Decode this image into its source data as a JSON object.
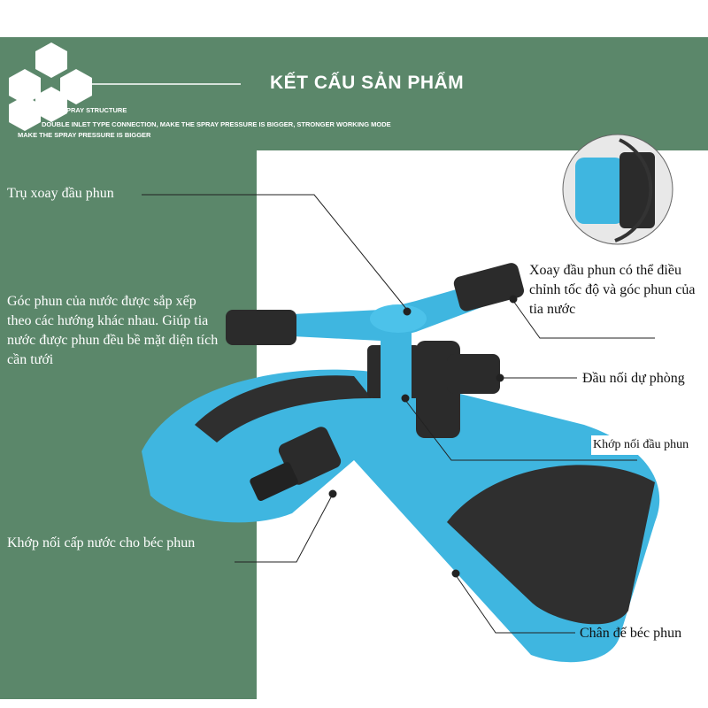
{
  "header": {
    "title": "KẾT CẤU SẢN PHẨM",
    "sub1": "SPRAY STRUCTURE",
    "sub2": "DOUBLE INLET TYPE CONNECTION, MAKE THE SPRAY PRESSURE IS BIGGER, STRONGER WORKING MODE",
    "sub3": "MAKE THE SPRAY PRESSURE IS BIGGER"
  },
  "labels": {
    "tru_xoay": "Trụ xoay đầu phun",
    "goc_phun": "Góc phun của nước được sắp xếp theo các hướng khác nhau. Giúp tia nước được phun đều bề mặt diện tích cần tưới",
    "xoay_dau": "Xoay đầu phun có thể điều chỉnh tốc độ và góc phun của tia nước",
    "dau_noi": "Đầu nối dự phòng",
    "khop_dau": "Khớp nối đầu phun",
    "khop_cap": "Khớp nối cấp nước cho béc phun",
    "chan_de": "Chân đế béc phun"
  },
  "colors": {
    "green": "#5b876a",
    "blue": "#3fb6e0",
    "black": "#2b2b2b"
  }
}
